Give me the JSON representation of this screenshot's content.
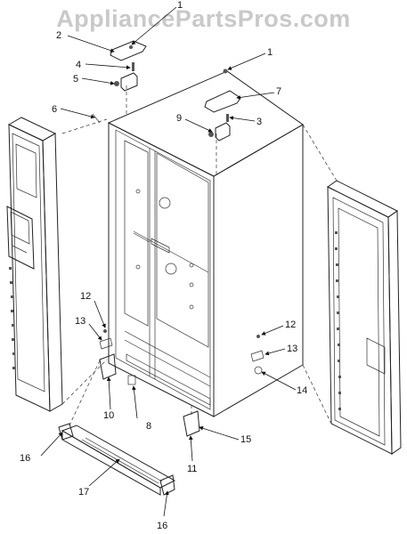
{
  "watermark": "AppliancePartsPros.com",
  "callouts": [
    "1",
    "2",
    "4",
    "5",
    "6",
    "1",
    "7",
    "9",
    "3",
    "12",
    "13",
    "10",
    "8",
    "12",
    "13",
    "14",
    "16",
    "17",
    "16",
    "15",
    "11"
  ]
}
